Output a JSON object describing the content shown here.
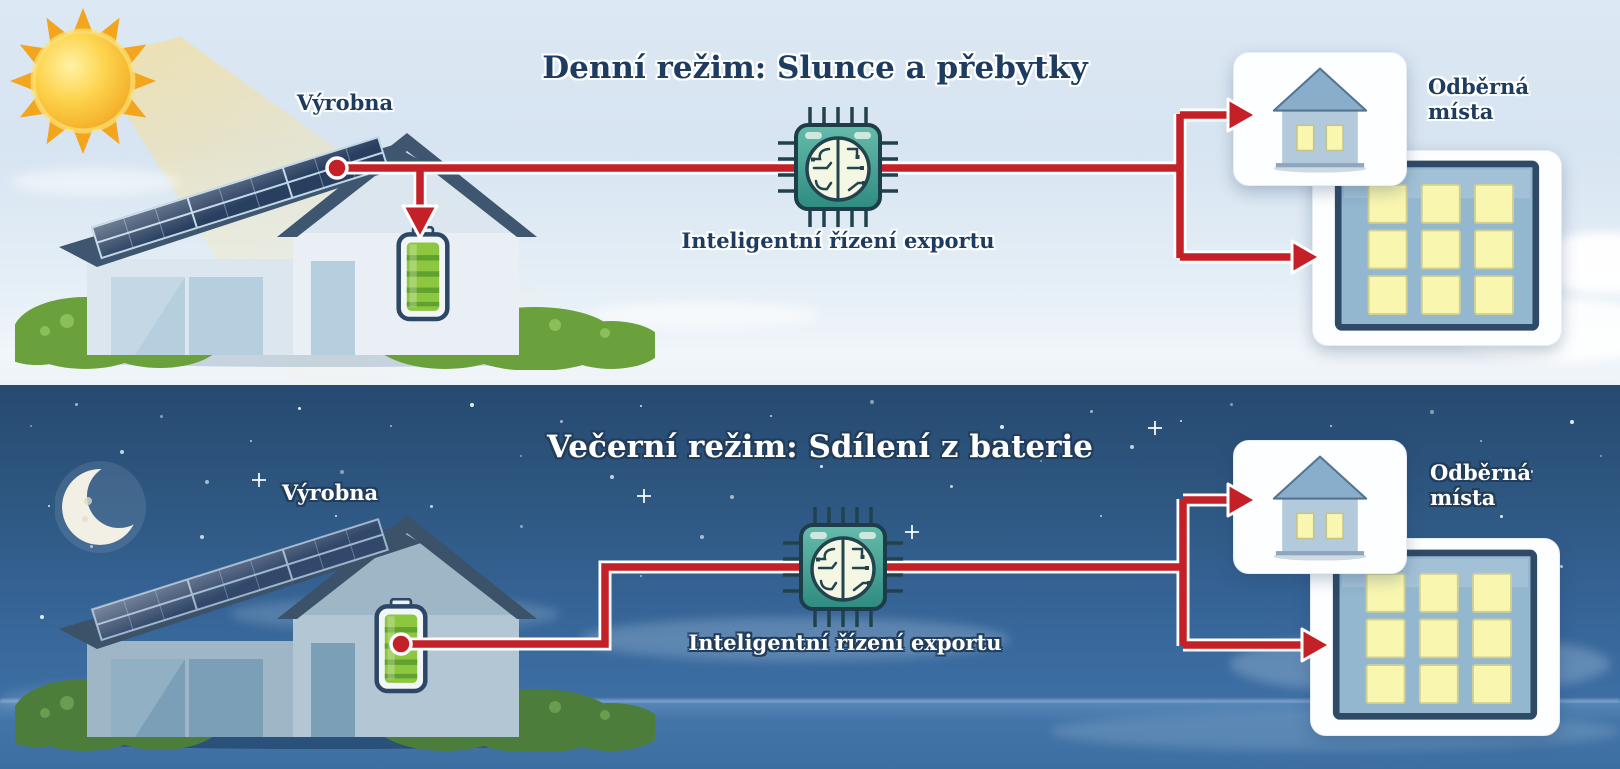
{
  "infographic": {
    "day": {
      "title": "Denní režim: Slunce a přebytky",
      "producer_label": "Výrobna",
      "controller_label": "Inteligentní řízení exportu",
      "consumers_label": "Odběrná místa"
    },
    "night": {
      "title": "Večerní režim: Sdílení z baterie",
      "producer_label": "Výrobna",
      "controller_label": "Inteligentní řízení exportu",
      "consumers_label": "Odběrná místa"
    },
    "icons": {
      "sun": "sun-icon",
      "moon": "moon-icon",
      "producer_house": "solar-house-icon",
      "battery": "battery-icon",
      "controller": "brain-chip-icon",
      "consumer_house": "house-consumer-icon",
      "consumer_apartment": "apartment-consumer-icon",
      "flow_arrow": "flow-arrow-icon",
      "connection_node": "connection-node-icon"
    },
    "colors": {
      "flow_red": "#c32127",
      "day_text": "#1d3c61",
      "night_text": "#ffffff",
      "battery_green": "#8dc63f",
      "chip_teal": "#3f9e90",
      "window_yellow": "#f9f6b0",
      "day_sky": "#dce8f3",
      "night_sky": "#2e5781"
    }
  }
}
